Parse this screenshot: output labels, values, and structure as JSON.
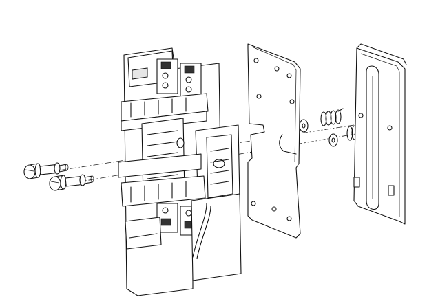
{
  "figure": {
    "kind": "exploded assembly drawing",
    "parts": [
      {
        "id": "screws",
        "icon": "screw-icon",
        "count": 2
      },
      {
        "id": "housing-block",
        "icon": "housing-icon"
      },
      {
        "id": "mounting-plate",
        "icon": "plate-icon"
      },
      {
        "id": "washers",
        "icon": "washer-icon",
        "count": 2
      },
      {
        "id": "springs",
        "icon": "spring-icon",
        "count": 2
      },
      {
        "id": "slotted-cover",
        "icon": "slotted-cover-icon"
      }
    ],
    "colors": {
      "line": "#111111",
      "background": "#ffffff",
      "shade": "#e6e6e6"
    }
  }
}
